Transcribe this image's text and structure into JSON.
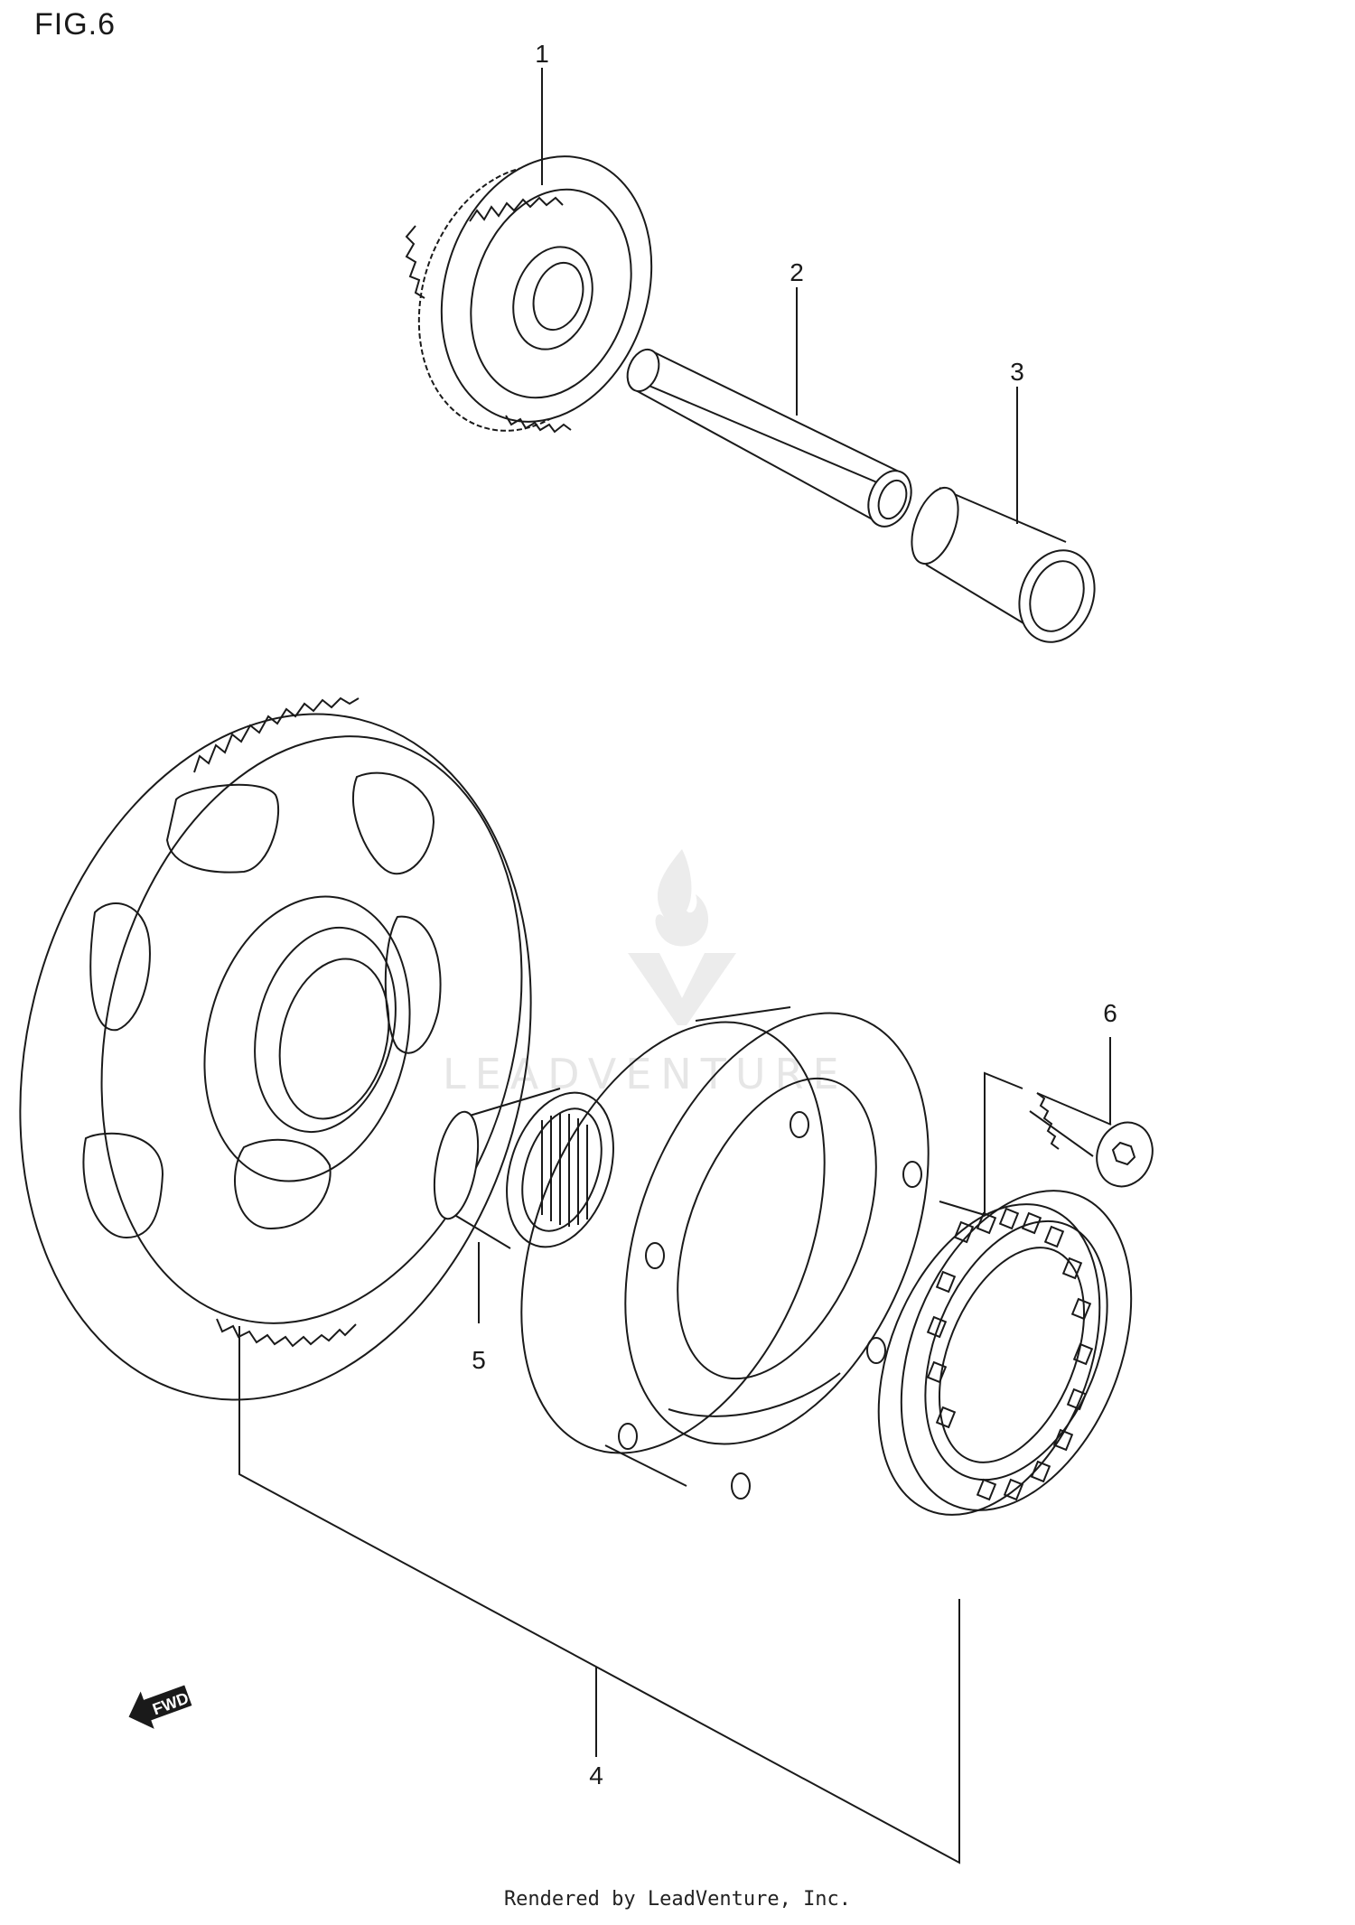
{
  "figure": {
    "title": "FIG.6"
  },
  "callouts": [
    {
      "id": "1",
      "label": "1"
    },
    {
      "id": "2",
      "label": "2"
    },
    {
      "id": "3",
      "label": "3"
    },
    {
      "id": "4",
      "label": "4"
    },
    {
      "id": "5",
      "label": "5"
    },
    {
      "id": "6",
      "label": "6"
    }
  ],
  "direction_marker": {
    "label": "FWD",
    "icon": "arrow-left-icon"
  },
  "watermark": {
    "text": "LEADVENTURE",
    "icon": "flame-v-logo"
  },
  "footer": {
    "text": "Rendered by LeadVenture, Inc."
  },
  "colors": {
    "line": "#1a1a1a",
    "background": "#ffffff",
    "watermark": "#e6e6e6"
  }
}
